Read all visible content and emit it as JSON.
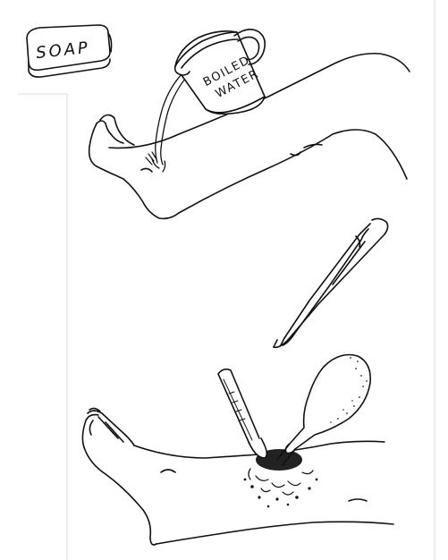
{
  "illustration": {
    "soap_label": "SOAP",
    "cup_label_line1": "BOILED",
    "cup_label_line2": "WATER"
  },
  "colors": {
    "ink": "#111111",
    "paper": "#ffffff",
    "shade": "#555555"
  }
}
